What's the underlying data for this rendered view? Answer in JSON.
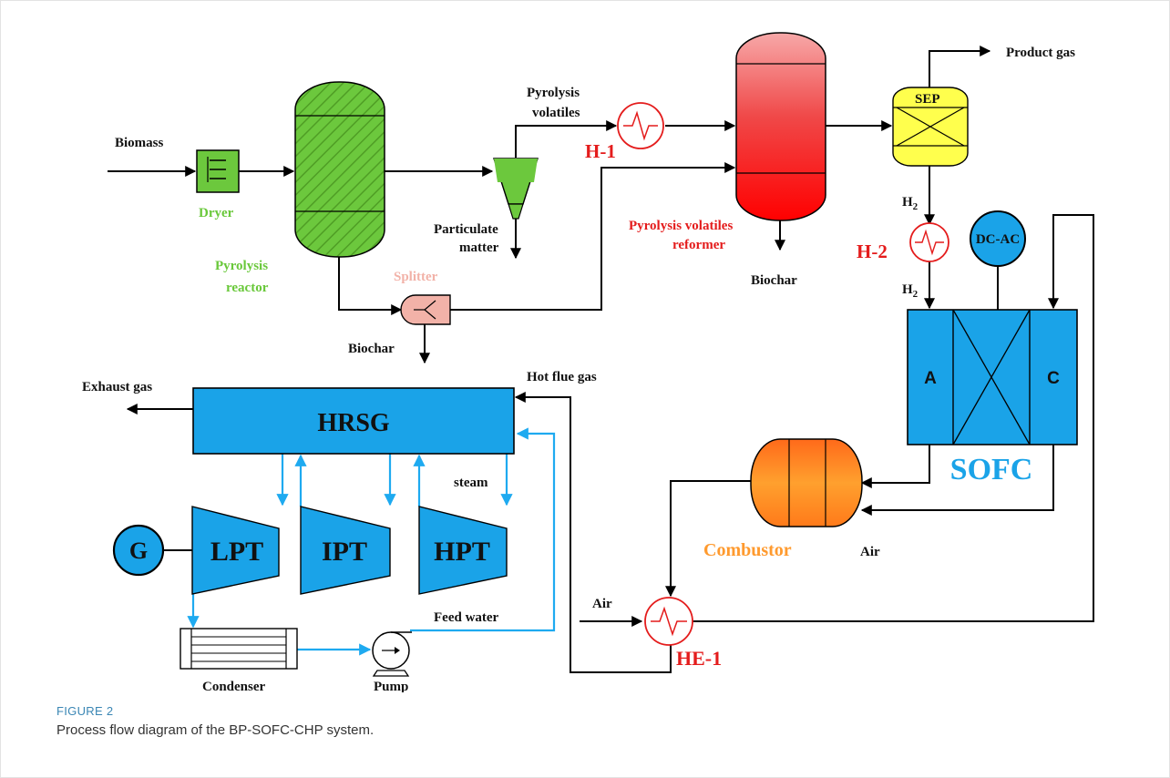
{
  "figure": {
    "label": "FIGURE 2",
    "caption": "Process flow diagram of the BP-SOFC-CHP system."
  },
  "labels": {
    "biomass": "Biomass",
    "dryer": "Dryer",
    "pyrolysis_reactor_1": "Pyrolysis",
    "pyrolysis_reactor_2": "reactor",
    "pyrolysis_volatiles_1": "Pyrolysis",
    "pyrolysis_volatiles_2": "volatiles",
    "h1": "H-1",
    "particulate_1": "Particulate",
    "particulate_2": "matter",
    "splitter": "Splitter",
    "biochar_bottom": "Biochar",
    "reformer_1": "Pyrolysis volatiles",
    "reformer_2": "reformer",
    "biochar_reformer": "Biochar",
    "sep": "SEP",
    "product_gas": "Product gas",
    "h2_top": "H",
    "h2_bottom": "H",
    "h2_sub": "2",
    "h2_exchanger": "H-2",
    "dcac": "DC-AC",
    "anode": "A",
    "cathode": "C",
    "sofc": "SOFC",
    "combustor": "Combustor",
    "air_right": "Air",
    "air_left": "Air",
    "he1": "HE-1",
    "hot_flue_gas": "Hot flue gas",
    "exhaust_gas": "Exhaust gas",
    "hrsg": "HRSG",
    "steam": "steam",
    "generator": "G",
    "lpt": "LPT",
    "ipt": "IPT",
    "hpt": "HPT",
    "feed_water": "Feed water",
    "condenser": "Condenser",
    "pump": "Pump"
  },
  "colors": {
    "green": "#69c83a",
    "red": "#e41c1c",
    "blue_unit": "#1aa3e8",
    "blue_line": "#1eaaf0",
    "yellow": "#ffff4d",
    "splitter": "#f2b2a8",
    "combustor_orange": "#ff9a2e"
  }
}
